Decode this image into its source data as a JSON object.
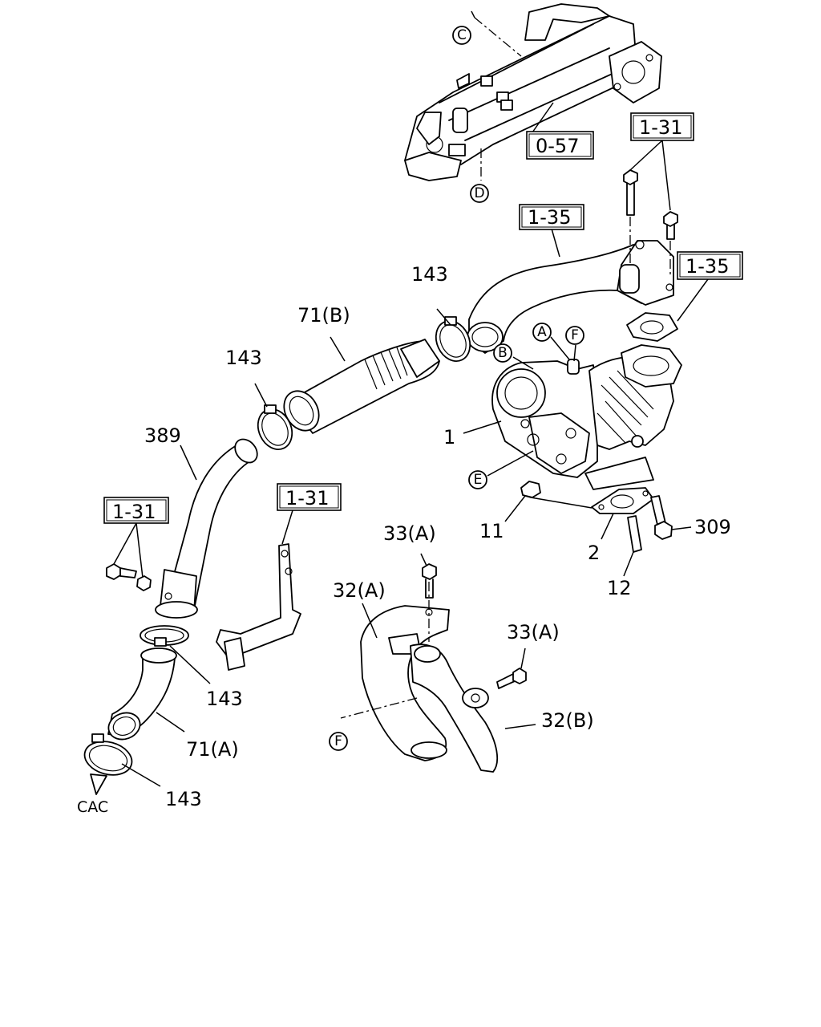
{
  "callouts": {
    "ref_o57": "0-57",
    "ref_131_top": "1-31",
    "ref_135_upper": "1-35",
    "ref_135_right": "1-35",
    "ref_131_mid": "1-31",
    "ref_131_left": "1-31",
    "p143_a": "143",
    "p143_b": "143",
    "p143_c": "143",
    "p143_d": "143",
    "p71b": "71(B)",
    "p71a": "71(A)",
    "p389": "389",
    "p1": "1",
    "p11": "11",
    "p2": "2",
    "p12": "12",
    "p309": "309",
    "p33a_top": "33(A)",
    "p33a_right": "33(A)",
    "p32a": "32(A)",
    "p32b": "32(B)",
    "cac": "CAC"
  },
  "markers": {
    "c": "C",
    "d": "D",
    "a": "A",
    "b": "B",
    "f_top": "F",
    "e": "E",
    "f_bottom": "F"
  }
}
